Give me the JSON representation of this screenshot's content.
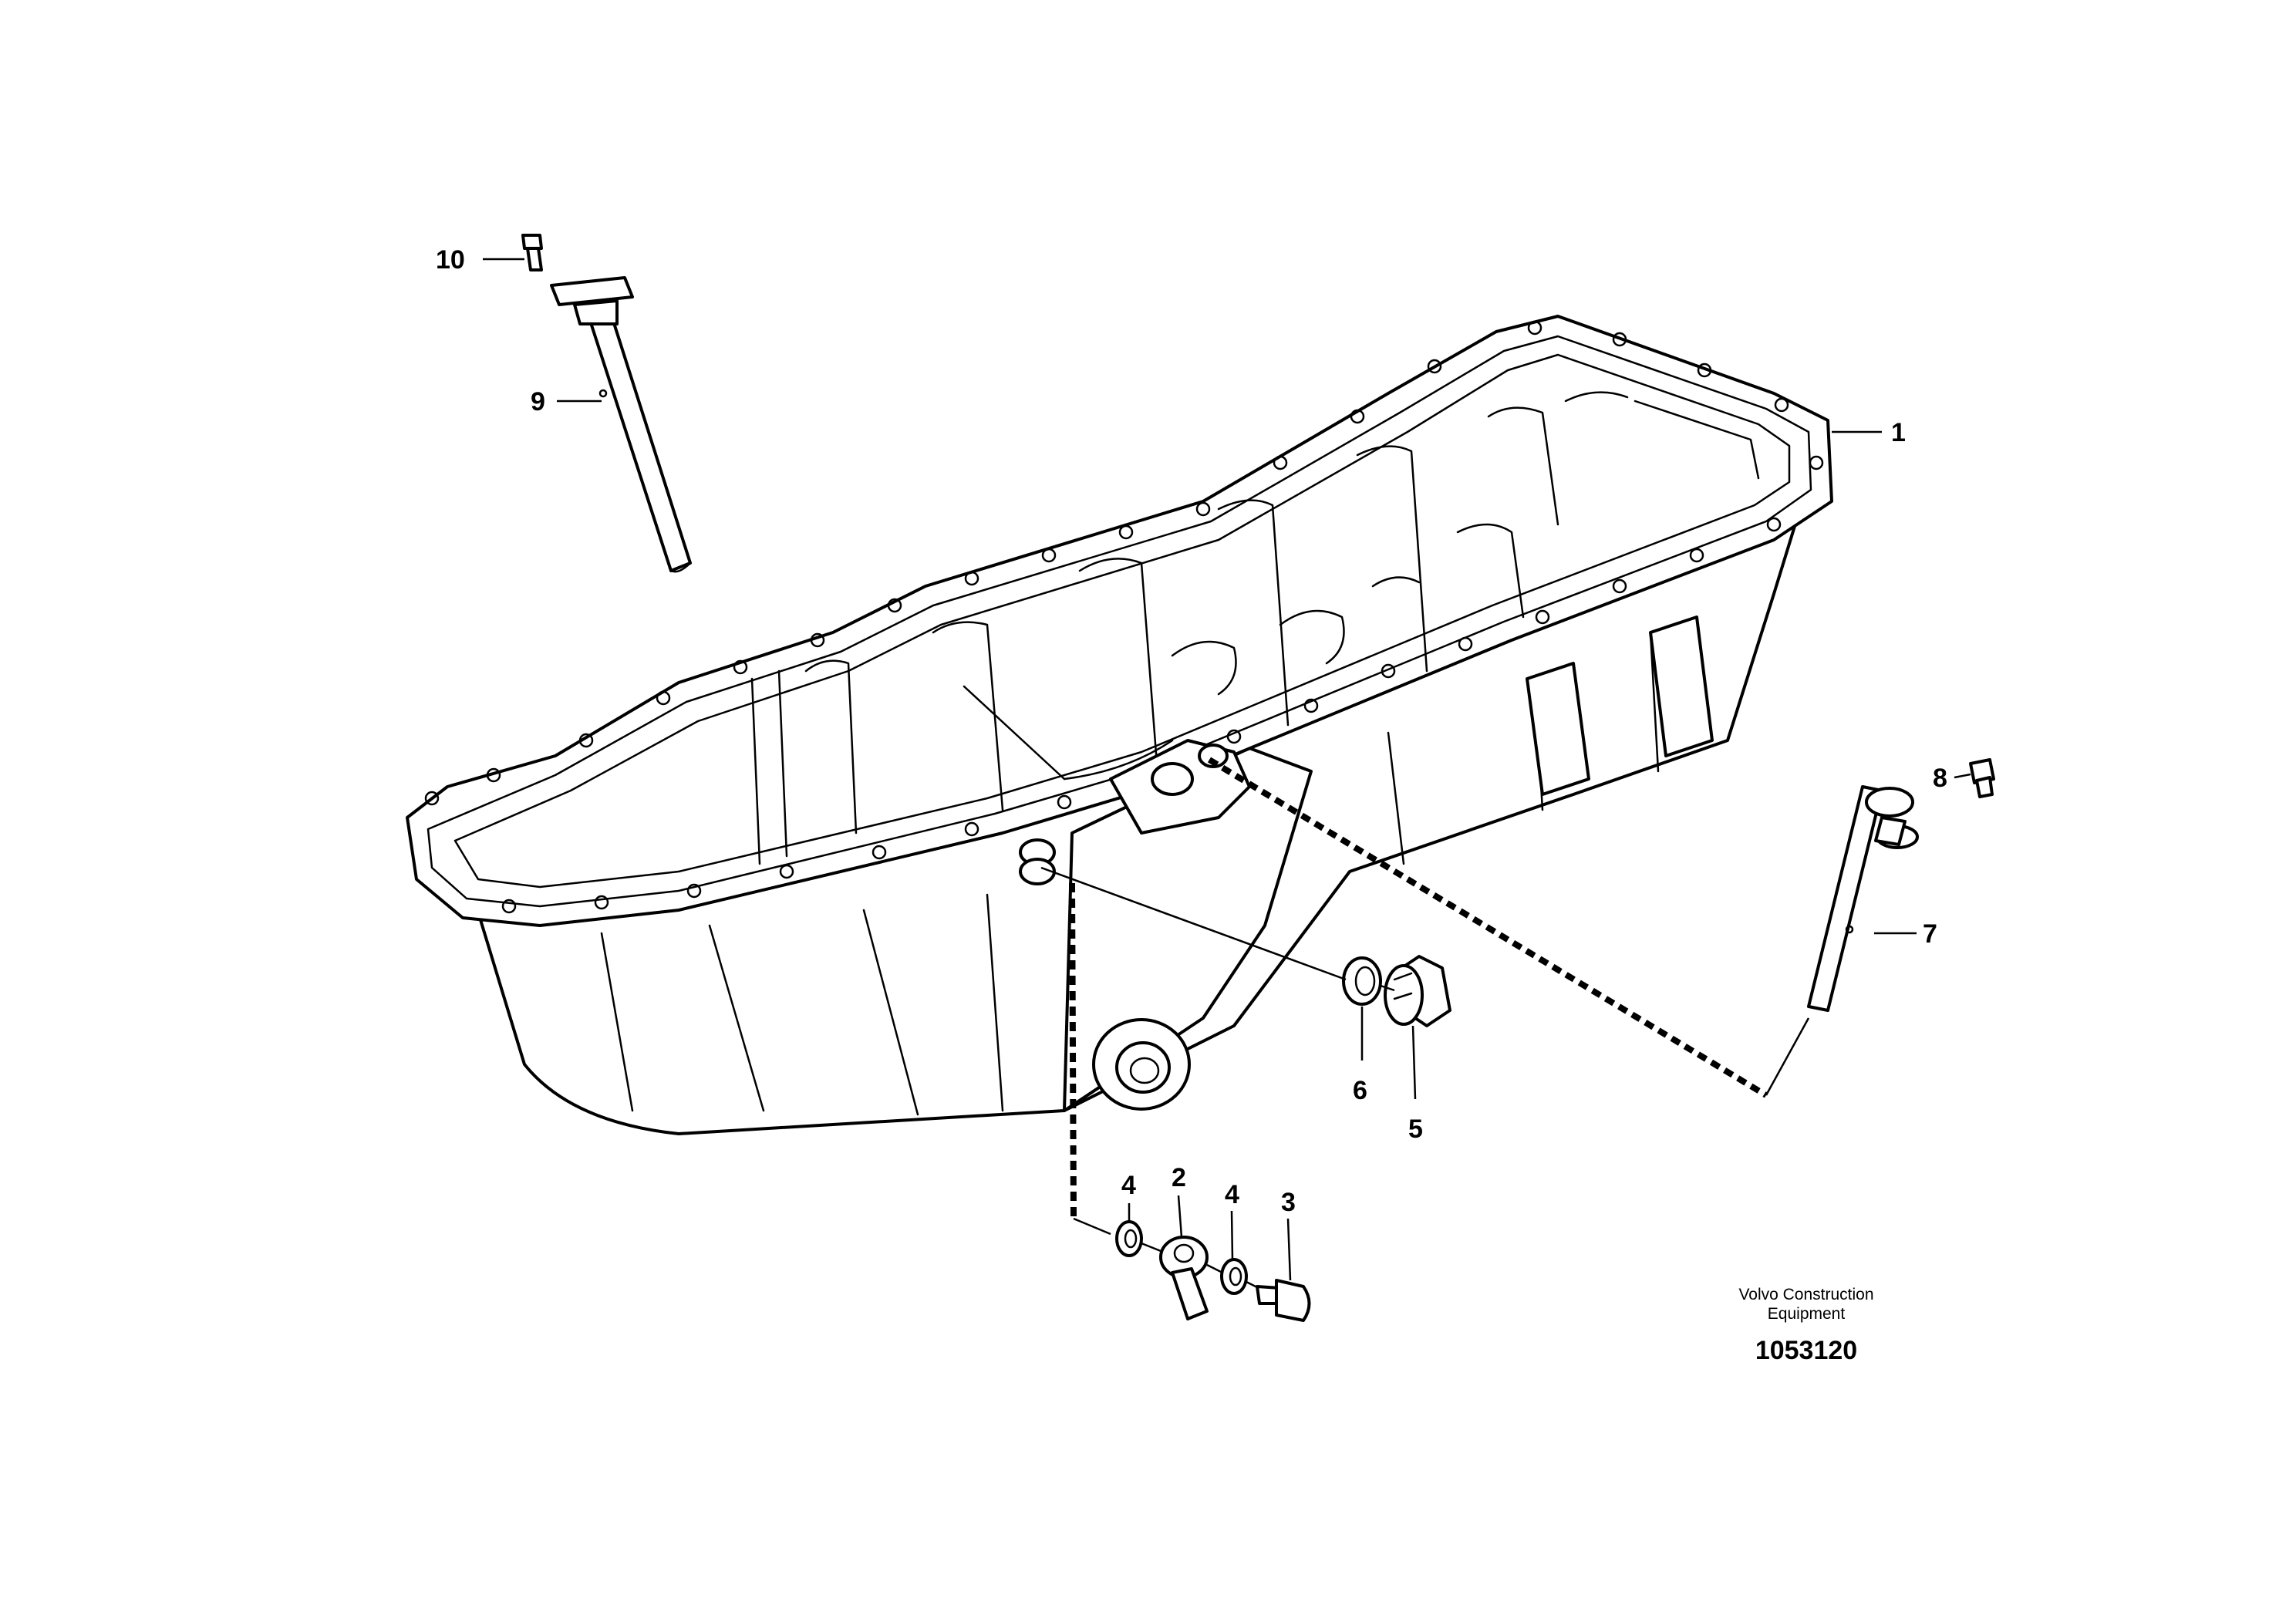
{
  "callouts": {
    "c1": "1",
    "c2": "2",
    "c3": "3",
    "c4a": "4",
    "c4b": "4",
    "c5": "5",
    "c6": "6",
    "c7": "7",
    "c8": "8",
    "c9": "9",
    "c10": "10"
  },
  "footer": {
    "company_line1": "Volvo Construction",
    "company_line2": "Equipment",
    "drawing_number": "1053120"
  }
}
